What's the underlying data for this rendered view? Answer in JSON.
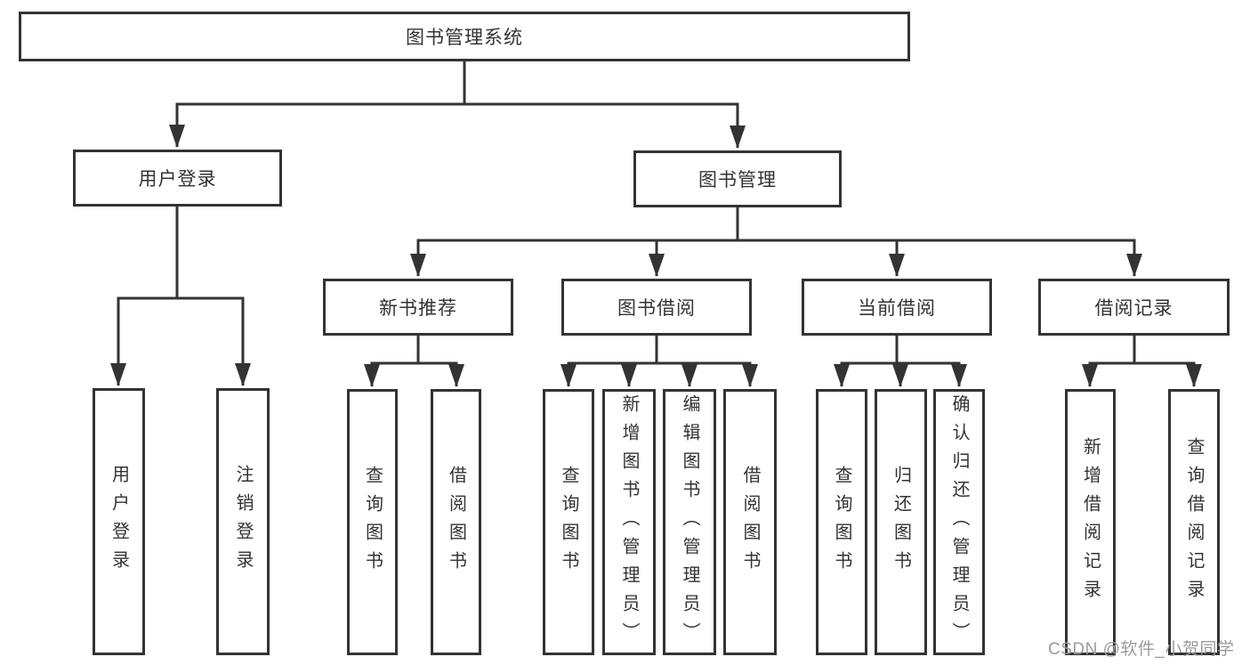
{
  "diagram": {
    "title": "图书管理系统",
    "root": {
      "label": "图书管理系统"
    },
    "branches": [
      {
        "label": "用户登录",
        "children": [
          {
            "label": "用户登录"
          },
          {
            "label": "注销登录"
          }
        ]
      },
      {
        "label": "图书管理",
        "groups": [
          {
            "label": "新书推荐",
            "children": [
              {
                "label": "查询图书"
              },
              {
                "label": "借阅图书"
              }
            ]
          },
          {
            "label": "图书借阅",
            "children": [
              {
                "label": "查询图书"
              },
              {
                "label": "新增图书（管理员）"
              },
              {
                "label": "编辑图书（管理员）"
              },
              {
                "label": "借阅图书"
              }
            ]
          },
          {
            "label": "当前借阅",
            "children": [
              {
                "label": "查询图书"
              },
              {
                "label": "归还图书"
              },
              {
                "label": "确认归还（管理员）"
              }
            ]
          },
          {
            "label": "借阅记录",
            "children": [
              {
                "label": "新增借阅记录"
              },
              {
                "label": "查询借阅记录"
              }
            ]
          }
        ]
      }
    ]
  },
  "watermark": "CSDN @软件_小贺同学",
  "colors": {
    "line": "#333333",
    "box_border": "#333333",
    "text": "#333333",
    "watermark": "#9b9b9b",
    "background": "#ffffff"
  }
}
